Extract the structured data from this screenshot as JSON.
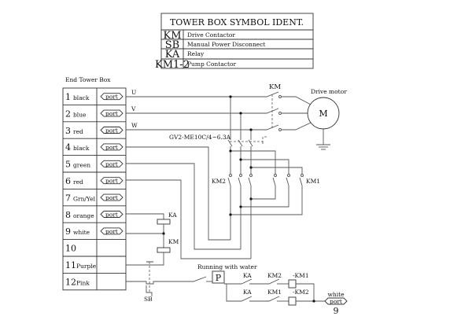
{
  "symbol_table": {
    "title": "TOWER BOX SYMBOL IDENT.",
    "rows": [
      {
        "code": "KM",
        "desc": "Drive Contactor"
      },
      {
        "code": "SB",
        "desc": "Manual Power Disconnect"
      },
      {
        "code": "KA",
        "desc": "Relay"
      },
      {
        "code": "KM1-2",
        "desc": "Pump Contactor"
      }
    ]
  },
  "terminal_box": {
    "title": "End Tower Box",
    "port_label": "port",
    "rows": [
      {
        "num": "1",
        "color": "black",
        "port": true
      },
      {
        "num": "2",
        "color": "blue",
        "port": true
      },
      {
        "num": "3",
        "color": "red",
        "port": true
      },
      {
        "num": "4",
        "color": "black",
        "port": true
      },
      {
        "num": "5",
        "color": "green",
        "port": true
      },
      {
        "num": "6",
        "color": "red",
        "port": true
      },
      {
        "num": "7",
        "color": "Grn/Yel",
        "port": true
      },
      {
        "num": "8",
        "color": "orange",
        "port": true
      },
      {
        "num": "9",
        "color": "white",
        "port": true
      },
      {
        "num": "10",
        "color": "",
        "port": false
      },
      {
        "num": "11",
        "color": "Purple",
        "port": false
      },
      {
        "num": "12",
        "color": "Pink",
        "port": false
      }
    ]
  },
  "phases": [
    "U",
    "V",
    "W"
  ],
  "labels": {
    "km": "KM",
    "drive_motor": "Drive motor",
    "motor": "M",
    "breaker": "GV2-ME10C/4~6.3A",
    "km2": "KM2",
    "km1": "KM1",
    "ka_coil": "KA",
    "km_coil": "KM",
    "sb": "SB",
    "running_with_water": "Running with water",
    "pressure_switch": "P",
    "ka_top": "KA",
    "km2_top": "KM2",
    "coil_km1": "-KM1",
    "ka_bottom": "KA",
    "km1_bottom": "KM1",
    "coil_km2": "-KM2",
    "out_color": "white",
    "out_port": "port",
    "out_num": "9"
  }
}
